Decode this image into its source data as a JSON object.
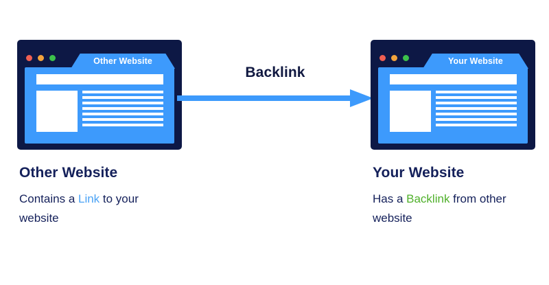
{
  "diagram": {
    "title": "Backlink concept diagram",
    "arrow": {
      "label": "Backlink",
      "direction": "left-to-right"
    },
    "colors": {
      "window_frame": "#0d1845",
      "window_body": "#3d9afc",
      "accent_blue": "#4ba3f5",
      "accent_green": "#4fb02a",
      "text_navy": "#14205a",
      "label_navy": "#101840",
      "dot_red": "#ef5f52",
      "dot_yellow": "#f2a33c",
      "dot_green": "#3cc14b",
      "background": "#ffffff"
    }
  },
  "left": {
    "window": {
      "tab_label": "Other Website",
      "dots": [
        "dot-red",
        "dot-yellow",
        "dot-green"
      ],
      "content_lines": 7
    },
    "caption": {
      "title": "Other Website",
      "body_before": "Contains a ",
      "body_highlight": "Link",
      "body_after": " to your website"
    }
  },
  "right": {
    "window": {
      "tab_label": "Your Website",
      "dots": [
        "dot-red",
        "dot-yellow",
        "dot-green"
      ],
      "content_lines": 7
    },
    "caption": {
      "title": "Your Website",
      "body_before": "Has a ",
      "body_highlight": "Backlink",
      "body_after": " from other website"
    }
  }
}
